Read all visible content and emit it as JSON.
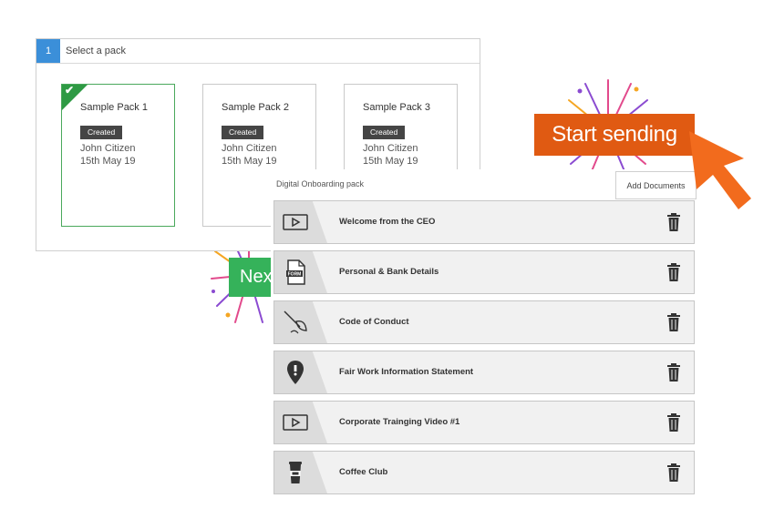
{
  "step": {
    "number": "1",
    "title": "Select a pack"
  },
  "packs": [
    {
      "name": "Sample Pack 1",
      "status": "Created",
      "user": "John Citizen",
      "date": "15th May 19",
      "selected": true
    },
    {
      "name": "Sample Pack 2",
      "status": "Created",
      "user": "John Citizen",
      "date": "15th May 19",
      "selected": false
    },
    {
      "name": "Sample Pack 3",
      "status": "Created",
      "user": "John Citizen",
      "date": "15th May 19",
      "selected": false
    }
  ],
  "next_button": {
    "label": "Nex"
  },
  "start_button": {
    "label": "Start sending"
  },
  "onboarding": {
    "title": "Digital Onboarding pack",
    "add_documents": "Add Documents",
    "documents": [
      {
        "label": "Welcome from the CEO",
        "icon": "video-play-icon"
      },
      {
        "label": "Personal & Bank Details",
        "icon": "form-document-icon"
      },
      {
        "label": "Code of Conduct",
        "icon": "quill-signature-icon"
      },
      {
        "label": "Fair Work Information Statement",
        "icon": "location-pin-icon"
      },
      {
        "label": "Corporate Trainging Video #1",
        "icon": "video-play-icon"
      },
      {
        "label": "Coffee Club",
        "icon": "coffee-cup-icon"
      }
    ]
  },
  "colors": {
    "accent_blue": "#3b8fd9",
    "selected_green": "#2e9a44",
    "next_green": "#35b25a",
    "start_orange": "#e05a12",
    "cursor_orange": "#f26b1d"
  }
}
